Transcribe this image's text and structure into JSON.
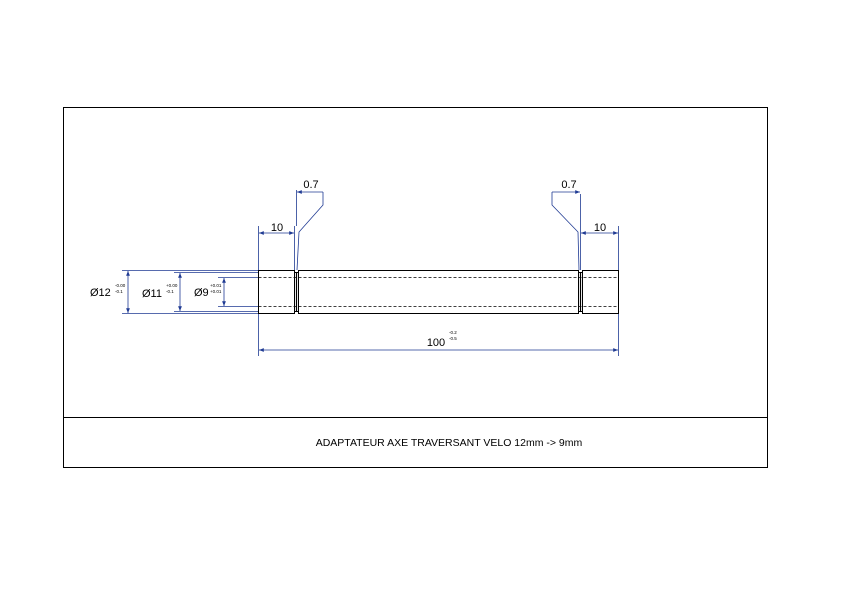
{
  "title_block": {
    "title": "ADAPTATEUR AXE TRAVERSANT VELO 12mm -> 9mm"
  },
  "dimensions": {
    "diameter_outer": {
      "label": "Ø12",
      "tol_upper": "-0.00",
      "tol_lower": "-0.1"
    },
    "diameter_groove": {
      "label": "Ø11",
      "tol_upper": "+0.00",
      "tol_lower": "-0.1"
    },
    "diameter_bore": {
      "label": "Ø9",
      "tol_upper": "+0.01",
      "tol_lower": "+0.01"
    },
    "length_total": {
      "label": "100",
      "tol_upper": "-0.2",
      "tol_lower": "-0.5"
    },
    "left_section": {
      "label": "10"
    },
    "right_section": {
      "label": "10"
    },
    "left_groove": {
      "label": "0.7"
    },
    "right_groove": {
      "label": "0.7"
    }
  },
  "colors": {
    "dimension_line": "#1f3a93",
    "part_line": "#000000",
    "frame": "#000000"
  }
}
